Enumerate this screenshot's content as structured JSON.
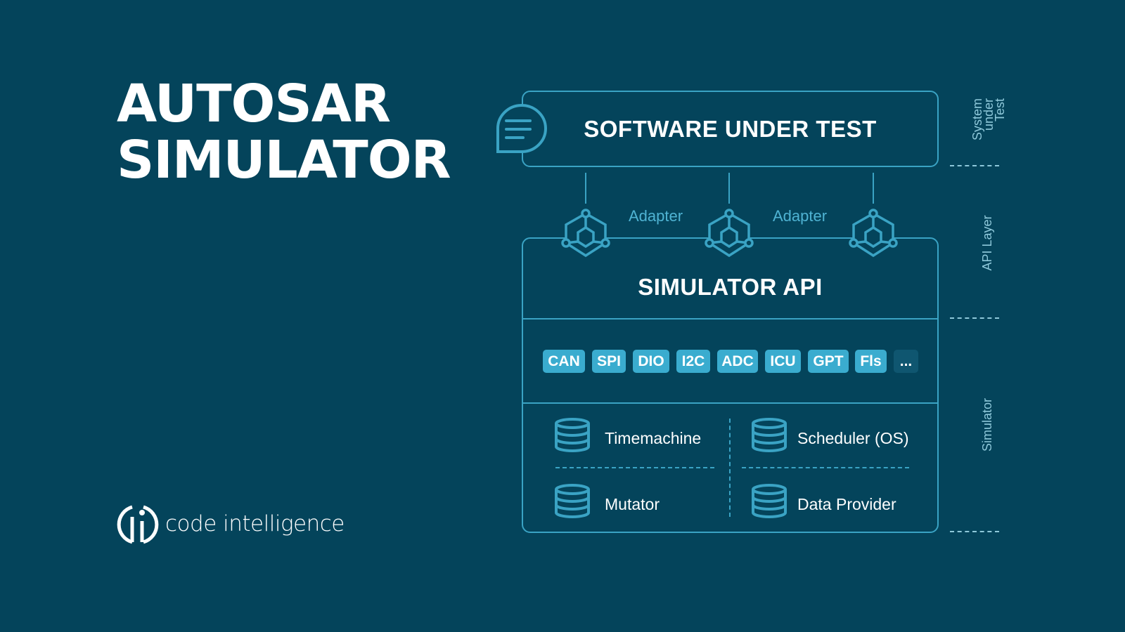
{
  "title": {
    "line1": "AUTOSAR",
    "line2": "SIMULATOR"
  },
  "diagram": {
    "software_under_test": "SOFTWARE UNDER TEST",
    "adapters": [
      "Adapter",
      "Adapter"
    ],
    "simulator_api": "SIMULATOR API",
    "modules": [
      "CAN",
      "SPI",
      "DIO",
      "I2C",
      "ADC",
      "ICU",
      "GPT",
      "Fls",
      "..."
    ],
    "components": [
      "Timemachine",
      "Scheduler (OS)",
      "Mutator",
      "Data Provider"
    ],
    "side_labels": {
      "sut": [
        "System",
        "under",
        "Test"
      ],
      "api": "API Layer",
      "sim": "Simulator"
    }
  },
  "logo": {
    "text": "code intelligence"
  },
  "colors": {
    "background": "#04445b",
    "accent": "#3aa3c4",
    "chip": "#3aaccf"
  }
}
